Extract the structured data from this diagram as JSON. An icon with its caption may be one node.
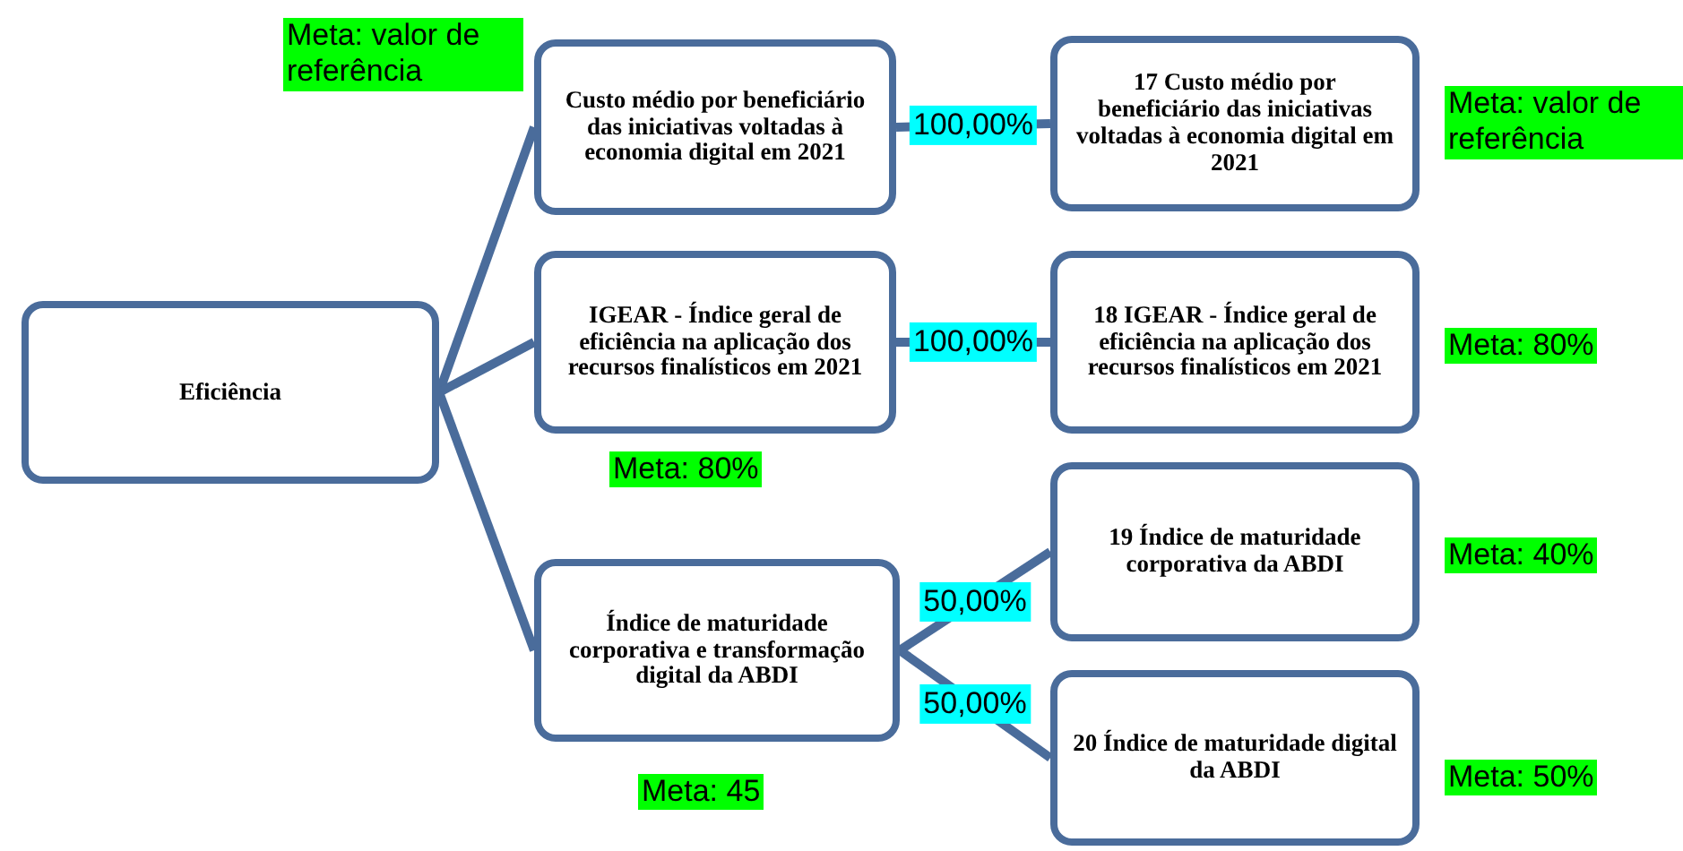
{
  "diagram": {
    "nodes": [
      {
        "text": [
          "Eficiência"
        ]
      },
      {
        "text": [
          "Custo médio por beneficiário das iniciativas voltadas à economia digital em 2021"
        ],
        "beside": [
          "Meta: valor de referência"
        ]
      },
      {
        "text": [
          "IGEAR - Índice geral de eficiência na aplicação dos recursos finalísticos em 2021"
        ],
        "beside": [
          "Meta: 80%"
        ]
      },
      {
        "text": [
          "Índice de maturidade corporativa e transformação digital da ABDI"
        ],
        "beside": [
          "Meta: 45"
        ]
      },
      {
        "text": [
          "17 Custo médio por beneficiário das iniciativas voltadas à economia digital em 2021"
        ],
        "beside": [
          "Meta: valor de referência"
        ]
      },
      {
        "text": [
          "18 IGEAR - Índice geral de eficiência na aplicação dos recursos finalísticos em 2021"
        ],
        "beside": [
          "Meta: 80%"
        ]
      },
      {
        "text": [
          "19 Índice de maturidade corporativa da ABDI"
        ],
        "beside": [
          "Meta: 40%"
        ]
      },
      {
        "text": [
          "20 Índice de maturidade digital da ABDI"
        ],
        "beside": [
          "Meta: 50%"
        ]
      }
    ],
    "edges": [
      {
        "from": 0,
        "to": 1,
        "arrow": "none"
      },
      {
        "from": 0,
        "to": 2,
        "arrow": "none"
      },
      {
        "from": 0,
        "to": 3,
        "arrow": "none"
      },
      {
        "from": 1,
        "to": 4,
        "arrow": "none",
        "label": "100,00%"
      },
      {
        "from": 2,
        "to": 5,
        "arrow": "none",
        "label": "100,00%"
      },
      {
        "from": 3,
        "to": 6,
        "arrow": "none",
        "label": "50,00%"
      },
      {
        "from": 3,
        "to": 7,
        "arrow": "none",
        "label": "50,00%"
      }
    ]
  }
}
